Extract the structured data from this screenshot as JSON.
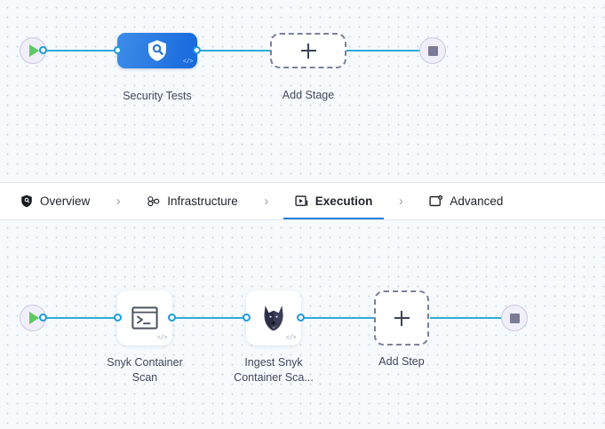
{
  "colors": {
    "wire": "#2eaadc",
    "stage_gradient_from": "#3d8ce8",
    "stage_gradient_to": "#1668dd",
    "active_tab_underline": "#1d7fe0",
    "canvas_bg": "#f6fafd",
    "dot_grid": "#cdd9e6",
    "play_green": "#5ec963",
    "stop_gray": "#7b7b96",
    "label_text": "#41485c"
  },
  "stage_canvas": {
    "start_node": {
      "name": "pipeline-start",
      "icon": "play-icon"
    },
    "end_node": {
      "name": "pipeline-end",
      "icon": "stop-icon"
    },
    "nodes": [
      {
        "id": "security-tests",
        "label": "Security Tests",
        "type": "stage",
        "icon": "shield-search-icon",
        "badge": "</>"
      },
      {
        "id": "add-stage",
        "label": "Add Stage",
        "type": "add-placeholder",
        "icon": "plus-icon"
      }
    ]
  },
  "tabbar": {
    "tabs": [
      {
        "id": "overview",
        "label": "Overview",
        "icon": "shield-icon",
        "active": false
      },
      {
        "id": "infrastructure",
        "label": "Infrastructure",
        "icon": "node-cluster-icon",
        "active": false
      },
      {
        "id": "execution",
        "label": "Execution",
        "icon": "play-box-icon",
        "active": true
      },
      {
        "id": "advanced",
        "label": "Advanced",
        "icon": "window-gear-icon",
        "active": false
      }
    ],
    "separator": "›"
  },
  "step_canvas": {
    "start_node": {
      "name": "execution-start",
      "icon": "play-icon"
    },
    "end_node": {
      "name": "execution-end",
      "icon": "stop-icon"
    },
    "nodes": [
      {
        "id": "snyk-container-scan",
        "label": "Snyk Container\nScan",
        "type": "step",
        "icon": "terminal-icon",
        "badge": "</>"
      },
      {
        "id": "ingest-snyk-container-scan",
        "label": "Ingest Snyk\nContainer Sca...",
        "type": "step",
        "icon": "doberman-icon",
        "badge": "</>"
      },
      {
        "id": "add-step",
        "label": "Add Step",
        "type": "add-placeholder",
        "icon": "plus-icon"
      }
    ]
  }
}
